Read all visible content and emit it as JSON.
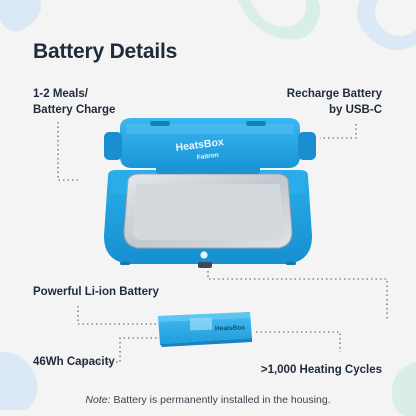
{
  "title": "Battery Details",
  "callouts": {
    "meals_line1": "1-2 Meals/",
    "meals_line2": "Battery Charge",
    "usbc_line1": "Recharge Battery",
    "usbc_line2": "by USB-C",
    "liion": "Powerful Li-ion Battery",
    "capacity": "46Wh Capacity",
    "cycles": ">1,000 Heating Cycles"
  },
  "note": {
    "label": "Note:",
    "text": " Battery is permanently installed in the housing."
  },
  "product": {
    "lid_brand": "HeatsBox",
    "lid_sub": "Faitron",
    "battery_brand": "HeatsBox"
  },
  "colors": {
    "text": "#1f2a3a",
    "accent_blue": "#23a6e6",
    "accent_dark": "#1584c0",
    "steel": "#c9ced4",
    "deco_blue": "#dbe9f6",
    "deco_green": "#d9eee6",
    "dots": "#555555"
  }
}
